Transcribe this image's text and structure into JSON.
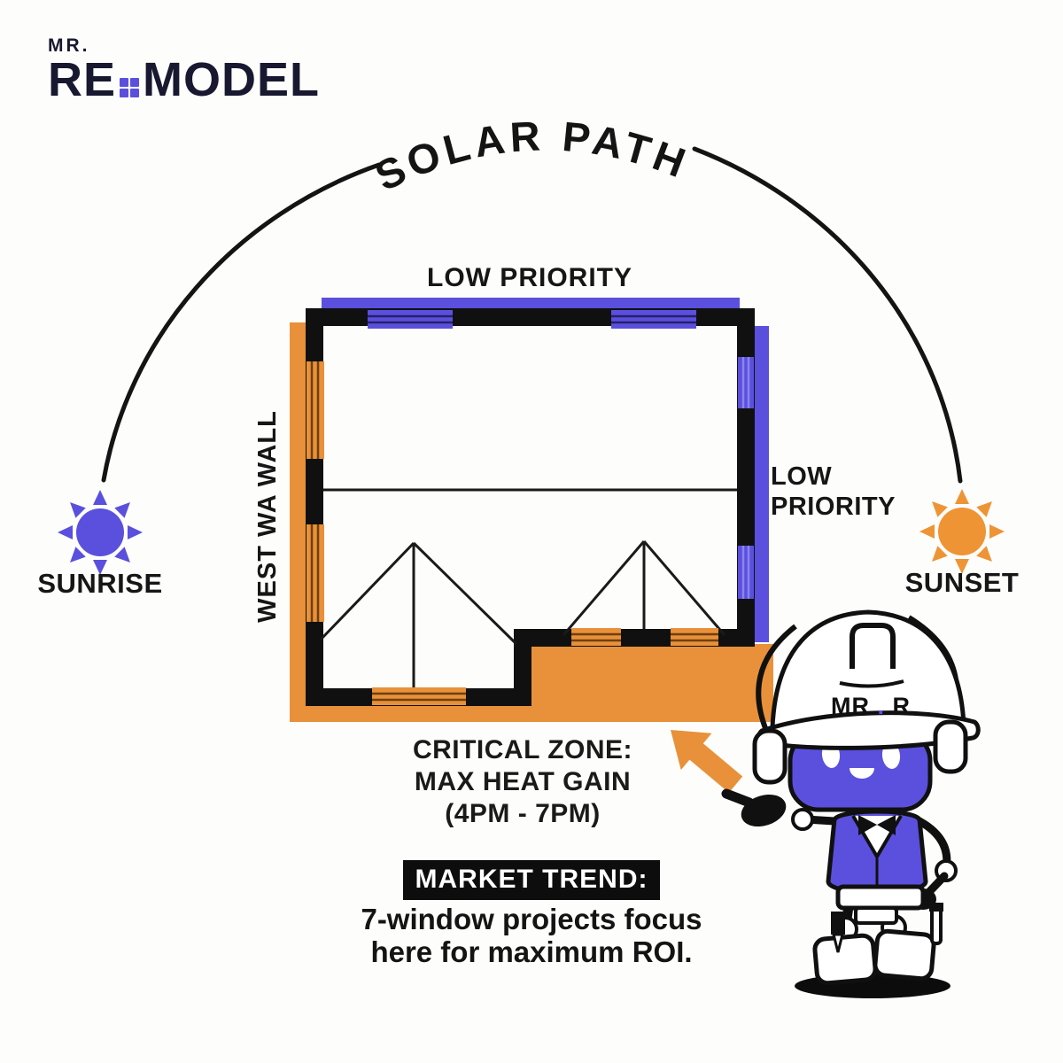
{
  "brand": {
    "prefix": "MR.",
    "name_a": "RE",
    "name_b": "MODEL"
  },
  "title": "SOLAR PATH",
  "sunrise_label": "SUNRISE",
  "sunset_label": "SUNSET",
  "labels": {
    "top_priority": "LOW PRIORITY",
    "right_priority_1": "LOW",
    "right_priority_2": "PRIORITY",
    "west_wall": "WEST WA WALL"
  },
  "critical_zone": {
    "line1": "CRITICAL ZONE:",
    "line2": "MAX HEAT GAIN",
    "line3": "(4PM - 7PM)"
  },
  "market_trend": {
    "badge": "MARKET TREND:",
    "body_line1": "7-window projects focus",
    "body_line2": "here for maximum ROI."
  },
  "mascot": {
    "hat_left": "MR",
    "hat_dot": ".",
    "hat_right": "R"
  },
  "colors": {
    "accent_blue": "#5a50dd",
    "accent_orange": "#e8913a",
    "sun_orange": "#ef9434",
    "ink": "#141414",
    "logo_ink": "#181830",
    "badge_black": "#0d0d0d"
  }
}
